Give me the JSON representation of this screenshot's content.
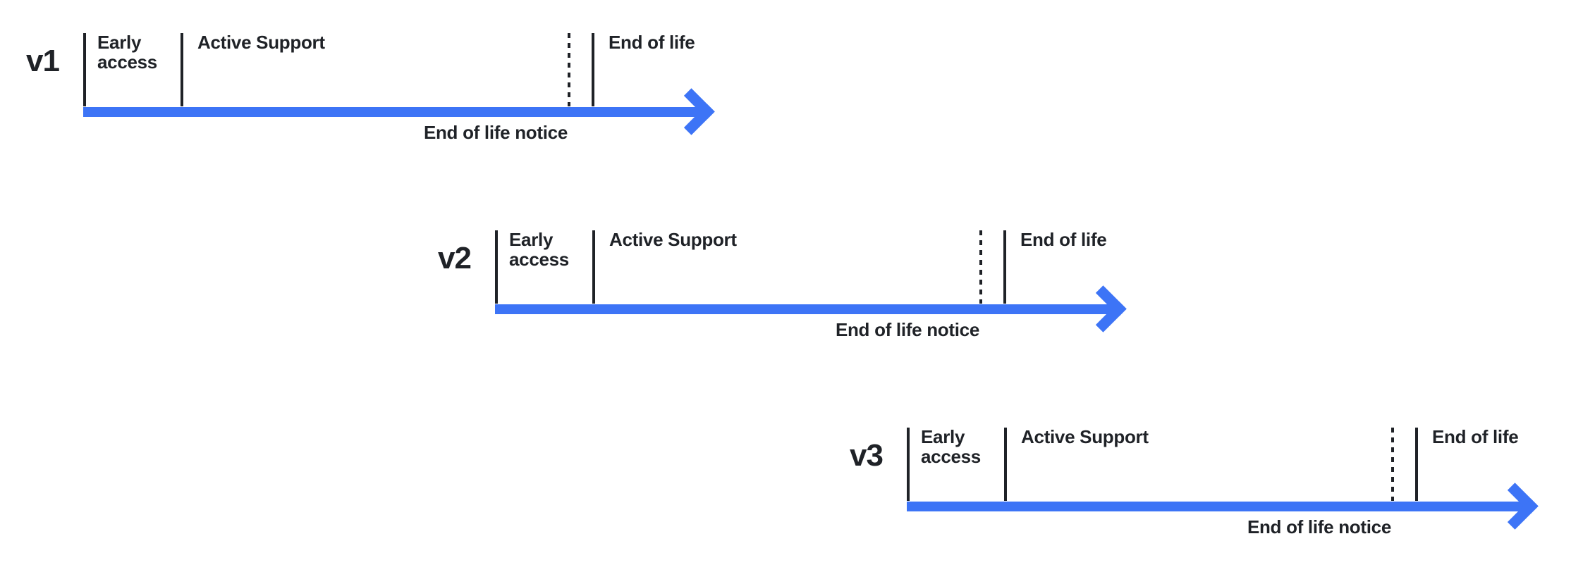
{
  "colors": {
    "arrow": "#3d74f6",
    "ink": "#1f2227"
  },
  "timelines": [
    {
      "version": "v1",
      "labels": {
        "early_access": "Early access",
        "active_support": "Active Support",
        "end_of_life": "End of life",
        "eol_notice": "End of life notice"
      }
    },
    {
      "version": "v2",
      "labels": {
        "early_access": "Early access",
        "active_support": "Active Support",
        "end_of_life": "End of life",
        "eol_notice": "End of life notice"
      }
    },
    {
      "version": "v3",
      "labels": {
        "early_access": "Early access",
        "active_support": "Active Support",
        "end_of_life": "End of life",
        "eol_notice": "End of life notice"
      }
    }
  ]
}
